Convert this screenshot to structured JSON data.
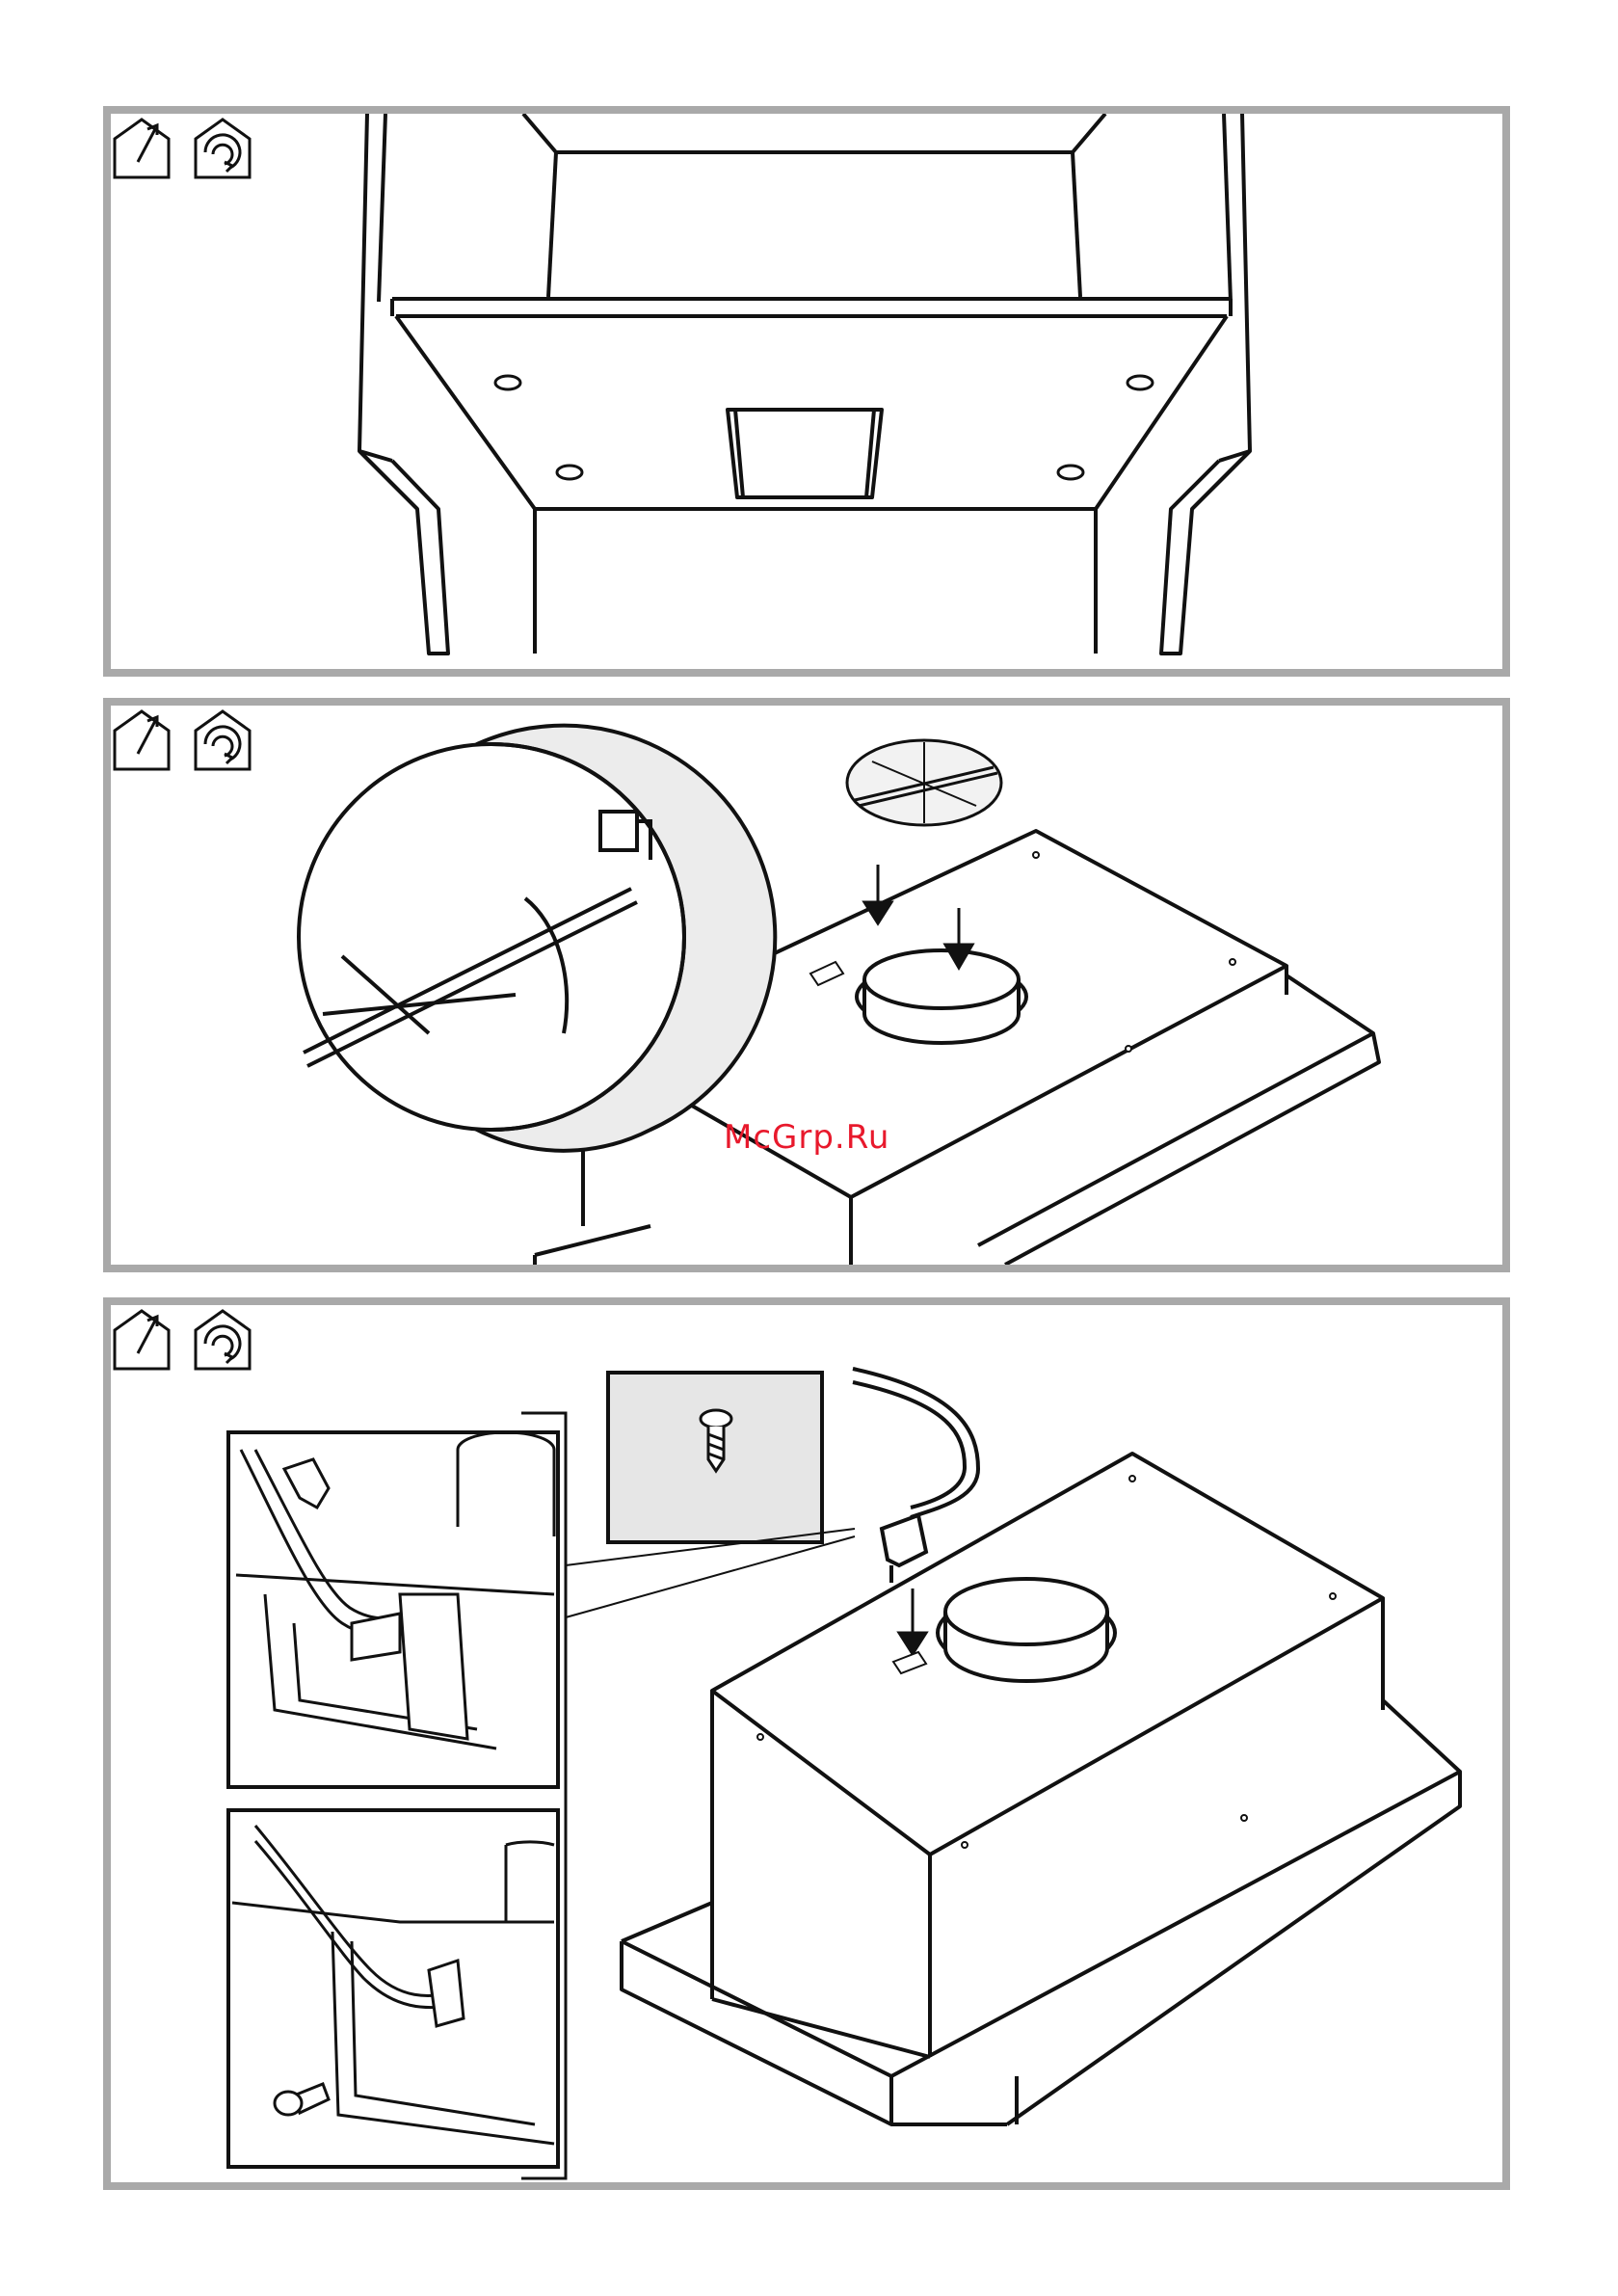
{
  "page": {
    "background": "#ffffff",
    "panel_border_color": "#a9a9a9",
    "line_color": "#111111"
  },
  "panels": [
    {
      "id": "step-1",
      "icons": [
        "ducted-mode-icon",
        "recirculation-mode-icon"
      ]
    },
    {
      "id": "step-2",
      "icons": [
        "ducted-mode-icon",
        "recirculation-mode-icon"
      ]
    },
    {
      "id": "step-3",
      "icons": [
        "ducted-mode-icon",
        "recirculation-mode-icon"
      ]
    }
  ],
  "watermark": {
    "text": "McGrp.Ru",
    "color": "#e8192c"
  }
}
